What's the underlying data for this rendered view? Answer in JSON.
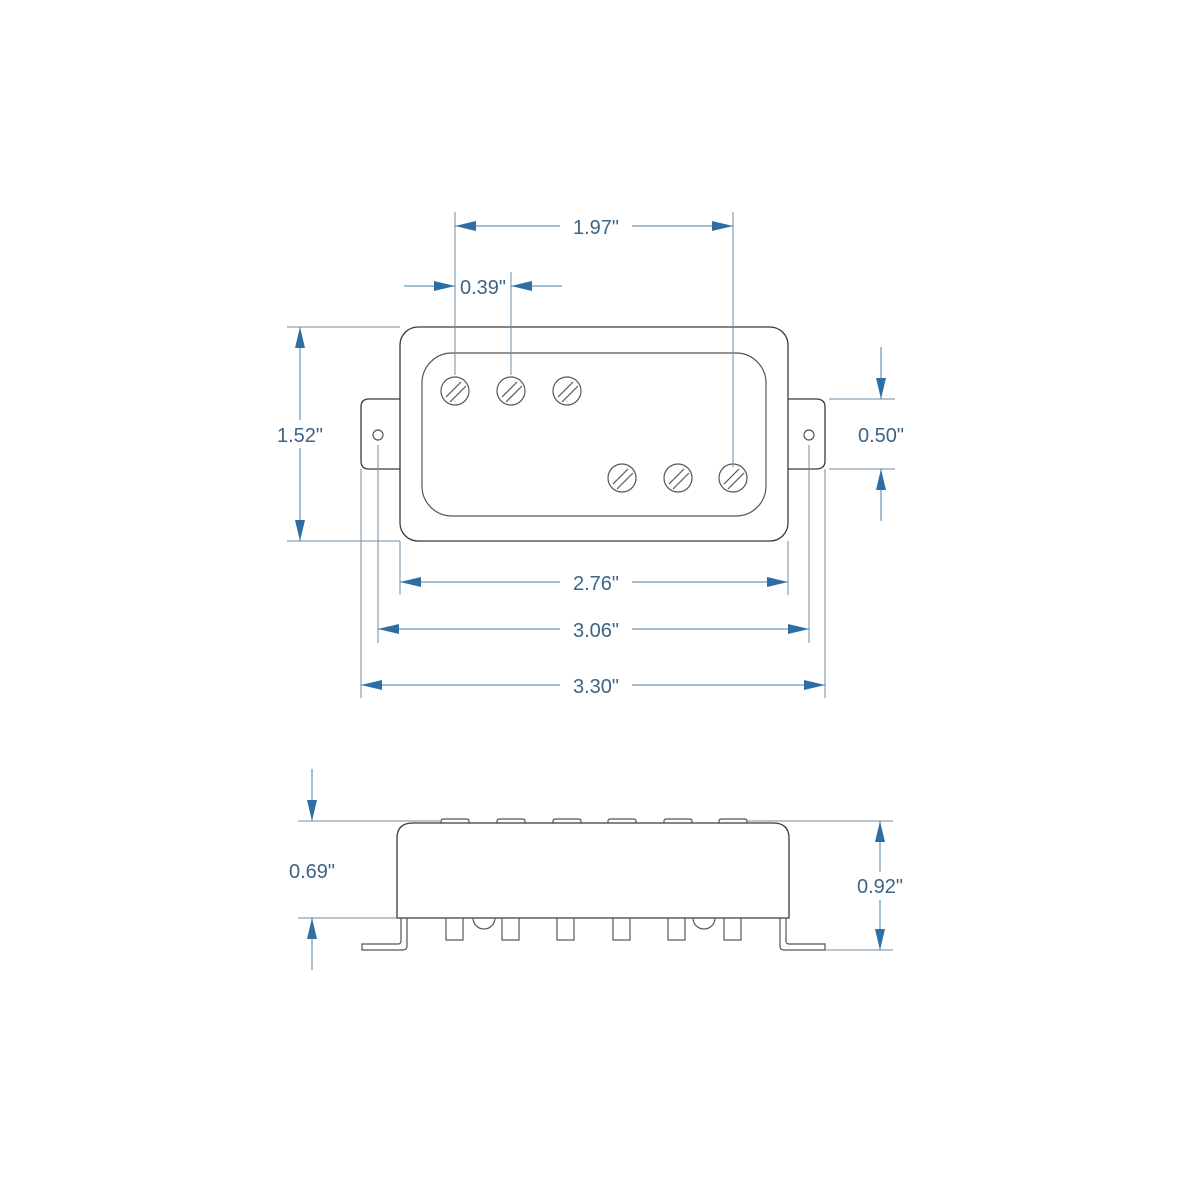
{
  "title": "Humbucker pickup dimension drawing",
  "units": "inches",
  "colors": {
    "dimension": "#2f6ea3",
    "label": "#3d6485",
    "outline": "#3a3a3a",
    "background": "#ffffff"
  },
  "top_view": {
    "pole_spacing_total": "1.97\"",
    "pole_spacing": "0.39\"",
    "height": "1.52\"",
    "tab_height": "0.50\"",
    "cover_width": "2.76\"",
    "mount_hole_spacing": "3.06\"",
    "overall_length": "3.30\"",
    "pole_pieces_row1": 3,
    "pole_pieces_row2": 3
  },
  "side_view": {
    "body_height": "0.69\"",
    "overall_height": "0.92\"",
    "legs": 6
  }
}
